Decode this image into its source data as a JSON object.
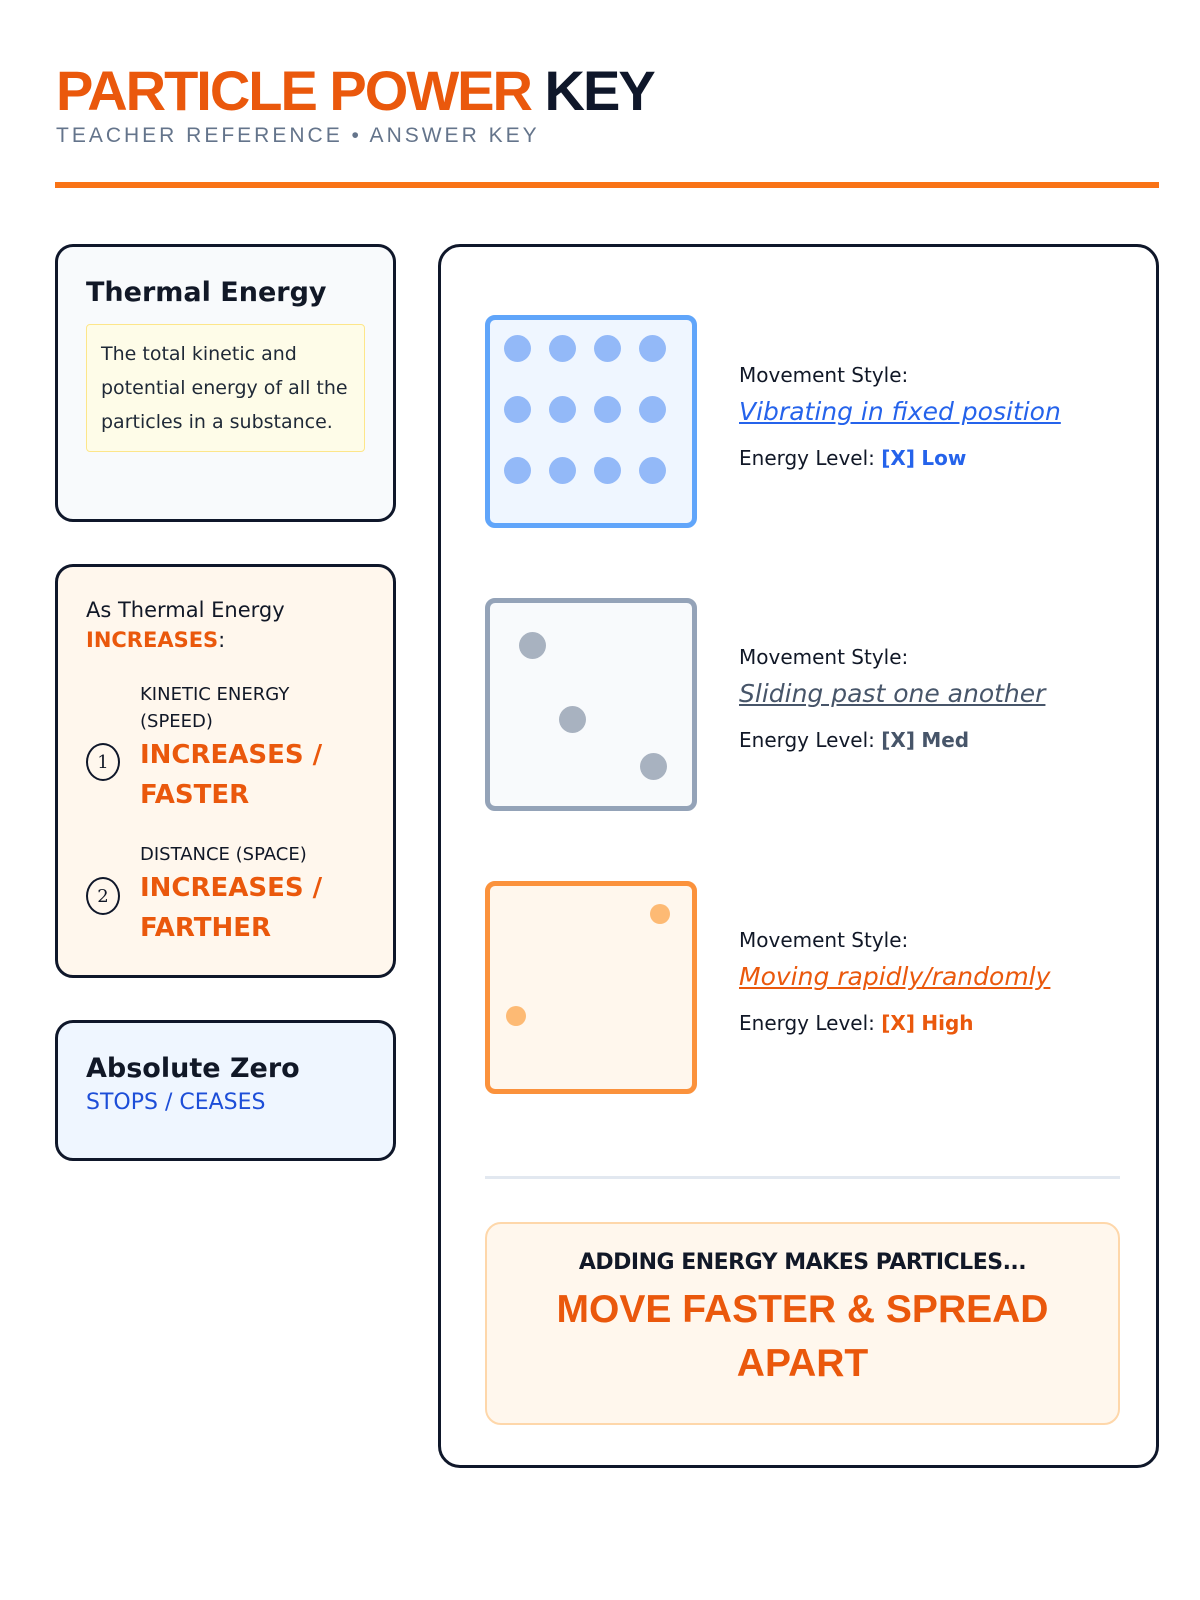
{
  "header": {
    "title_orange": "PARTICLE POWER",
    "title_dark": "KEY",
    "subtitle": "TEACHER REFERENCE • ANSWER KEY"
  },
  "thermal": {
    "title": "Thermal Energy",
    "definition": "The total kinetic and potential energy of all the particles in a substance."
  },
  "increases": {
    "heading": "As Thermal Energy",
    "heading_em": "INCREASES",
    "colon": ":",
    "items": [
      {
        "num": "1",
        "label": "KINETIC ENERGY (SPEED)",
        "answer": "INCREASES / FASTER"
      },
      {
        "num": "2",
        "label": "DISTANCE (SPACE)",
        "answer": "INCREASES / FARTHER"
      }
    ]
  },
  "absolute_zero": {
    "title": "Absolute Zero",
    "answer": "STOPS / CEASES"
  },
  "states": [
    {
      "movement_label": "Movement Style:",
      "movement": "Vibrating in fixed position",
      "energy_label": "Energy Level:",
      "energy_mark": "[X]",
      "energy": "Low",
      "color": "#2563eb"
    },
    {
      "movement_label": "Movement Style:",
      "movement": "Sliding past one another",
      "energy_label": "Energy Level:",
      "energy_mark": "[X]",
      "energy": "Med",
      "color": "#475569"
    },
    {
      "movement_label": "Movement Style:",
      "movement": "Moving rapidly/randomly",
      "energy_label": "Energy Level:",
      "energy_mark": "[X]",
      "energy": "High",
      "color": "#ea580c"
    }
  ],
  "conclusion": {
    "lead": "ADDING ENERGY MAKES PARTICLES...",
    "answer": "MOVE FASTER & SPREAD APART"
  }
}
